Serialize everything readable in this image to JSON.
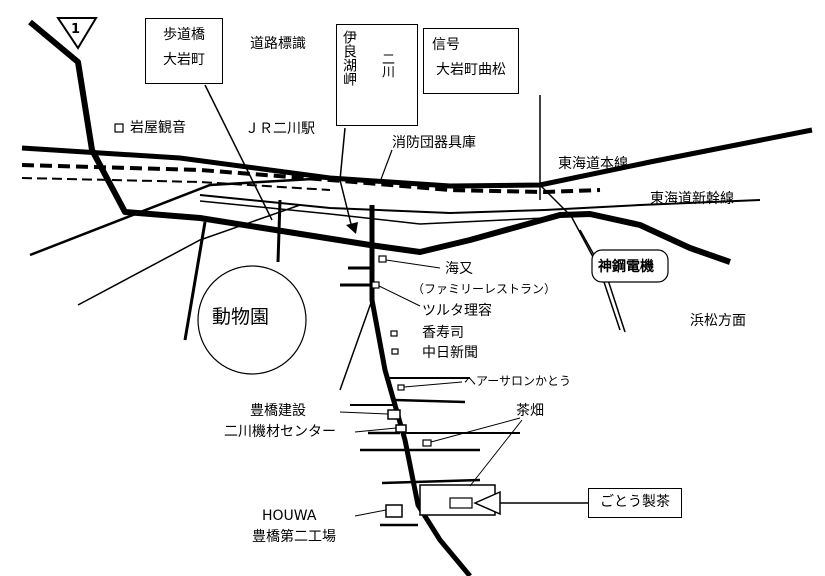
{
  "route": {
    "number": "1"
  },
  "signs": {
    "footbridge": {
      "line1": "歩道橋",
      "line2": "大岩町"
    },
    "road_sign": {
      "title": "道路標識",
      "left": "伊良湖岬",
      "right": "二川"
    },
    "signal": {
      "line1": "信号",
      "line2": "大岩町曲松"
    }
  },
  "labels": {
    "iwaya_kannon": "岩屋観音",
    "jr_station": "ＪＲ二川駅",
    "fire_shed": "消防団器具庫",
    "tokaido_line": "東海道本線",
    "shinkansen": "東海道新幹線",
    "shinko_denki": "神鋼電機",
    "hamamatsu": "浜松方面",
    "zoo": "動物園",
    "kaimata": "海又",
    "kaimata_sub": "（ファミリーレストラン）",
    "tsuruta": "ツルタ理容",
    "kojusi": "香寿司",
    "chunichi": "中日新聞",
    "hair_salon": "ヘアーサロンかとう",
    "toyohashi_kensetsu": "豊橋建設",
    "futagawa_kizai": "二川機材センター",
    "tea_field": "茶畑",
    "houwa": "HOUWA",
    "houwa_factory": "豊橋第二工場",
    "goto_tea": "ごとう製茶"
  }
}
